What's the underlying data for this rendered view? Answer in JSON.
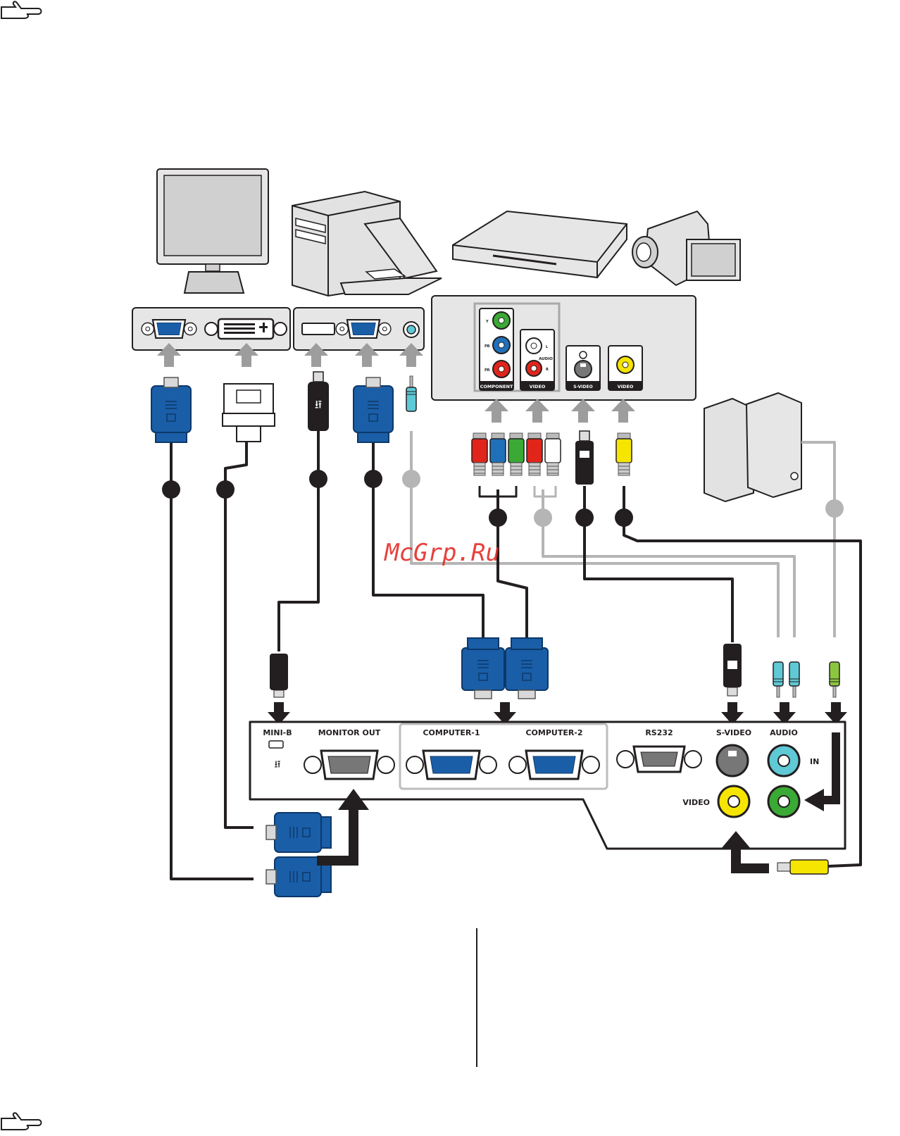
{
  "watermark": "McGrp.Ru",
  "source_jacks": {
    "component": "COMPONENT",
    "component_y": "Y",
    "component_pb": "PB",
    "component_pr": "PR",
    "video_group": "VIDEO",
    "audio": "AUDIO",
    "audio_l": "L",
    "audio_r": "R",
    "svideo": "S-VIDEO",
    "composite_video": "VIDEO"
  },
  "projector_panel": {
    "mini_b": "MINI-B",
    "monitor_out": "MONITOR OUT",
    "computer_1": "COMPUTER-1",
    "computer_2": "COMPUTER-2",
    "rs232": "RS232",
    "svideo": "S-VIDEO",
    "audio": "AUDIO",
    "audio_in": "IN",
    "video": "VIDEO"
  },
  "colors": {
    "vga_blue": "#1a5ea8",
    "arrow_gray": "#9d9d9d",
    "cable_black": "#231f20",
    "cable_gray": "#b5b5b5",
    "rca_red": "#e1251b",
    "rca_green": "#3aa935",
    "rca_blue": "#1f70b8",
    "rca_yellow": "#f5e500",
    "audio_cyan": "#5fc9d6",
    "audio_green": "#8cc63f"
  },
  "icons": [
    "note-pointing-hand-icon",
    "monitor-icon",
    "desktop-tower-icon",
    "laptop-icon",
    "dvd-player-icon",
    "camcorder-icon",
    "speakers-icon",
    "usb-icon",
    "mini-usb-icon"
  ]
}
